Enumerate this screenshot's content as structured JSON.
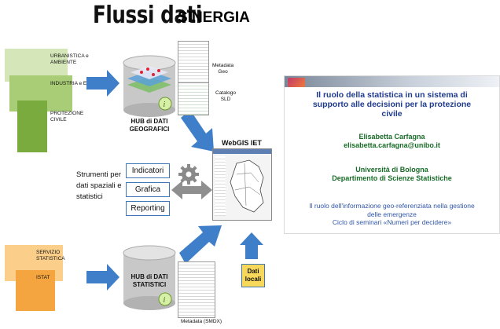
{
  "header": {
    "title": "Flussi dati",
    "subtitle": "SINERGIA"
  },
  "sources_top": [
    {
      "label_line1": "URBANISTICA e",
      "label_line2": "AMBIENTE"
    },
    {
      "label_line1": "INDUSTRIA e ENERGIA",
      "label_line2": ""
    },
    {
      "label_line1": "PROTEZIONE",
      "label_line2": "CIVILE"
    }
  ],
  "hub_geo": {
    "line1": "HUB di DATI",
    "line2": "GEOGRAFICI"
  },
  "metadata_geo": {
    "line1": "Metadata",
    "line2": "Geo"
  },
  "catalogo_sld": {
    "line1": "Catalogo",
    "line2": "SLD"
  },
  "webgis": {
    "label": "WebGIS IET"
  },
  "tools": {
    "desc_line1": "Strumenti per",
    "desc_line2": "dati spaziali e",
    "desc_line3": "statistici",
    "items": [
      "Indicatori",
      "Grafica",
      "Reporting"
    ]
  },
  "sources_bottom": [
    {
      "label_line1": "SERVIZIO",
      "label_line2": "STATISTICA"
    },
    {
      "label_line1": "ISTAT",
      "label_line2": ""
    }
  ],
  "hub_stat": {
    "line1": "HUB di DATI",
    "line2": "STATISTICI"
  },
  "metadata_sdmx": {
    "label": "Metadata (SMDX)"
  },
  "dati_locali": {
    "line1": "Dati",
    "line2": "locali"
  },
  "card": {
    "title_line1": "Il ruolo della statistica in un sistema di",
    "title_line2": "supporto alle decisioni per la protezione",
    "title_line3": "civile",
    "author": "Elisabetta Carfagna",
    "email": "elisabetta.carfagna@unibo.it",
    "university": "Università di Bologna",
    "department": "Departimento di Scienze Statistiche",
    "footer_line1": "Il ruolo dell'informazione geo-referenziata nella gestione",
    "footer_line2": "delle emergenze",
    "footer_line3": "Ciclo di seminari «Numeri per decidere»"
  },
  "colors": {
    "arrow_blue": "#3f7fc9",
    "green_light": "#d5e7b8",
    "green_mid": "#a9cd77",
    "green_dark": "#7aab3e",
    "orange_light": "#fbcf8a",
    "orange_dark": "#f5a540",
    "card_title": "#1f3b8e",
    "card_green": "#176b26",
    "card_footer": "#3256a8"
  }
}
